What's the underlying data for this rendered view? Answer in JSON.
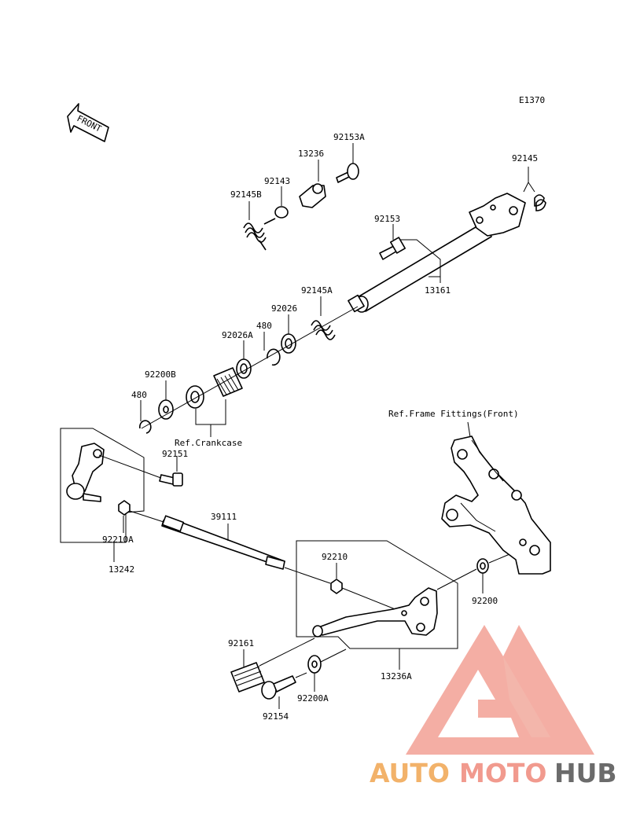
{
  "diagram": {
    "code": "E1370",
    "front_label": "FRONT",
    "parts": {
      "p92153A": "92153A",
      "p13236": "13236",
      "p92143": "92143",
      "p92145B": "92145B",
      "p92145": "92145",
      "p92153": "92153",
      "p13161": "13161",
      "p92145A": "92145A",
      "p92026": "92026",
      "p480a": "480",
      "p92026A": "92026A",
      "p92200B": "92200B",
      "p480b": "480",
      "p92151": "92151",
      "p92210A": "92210A",
      "p13242": "13242",
      "p39111": "39111",
      "p92210": "92210",
      "p92200": "92200",
      "p92161": "92161",
      "p13236A": "13236A",
      "p92154": "92154",
      "p92200A": "92200A"
    },
    "refs": {
      "crankcase": "Ref.Crankcase",
      "frame": "Ref.Frame Fittings(Front)"
    }
  },
  "watermark": {
    "part1": "AUTO",
    "part2": "MOTO",
    "part3": "HUB",
    "colors": {
      "triangle": "#f19a8e",
      "auto": "#f2b26a",
      "moto": "#f19a8e",
      "hub": "#6b6b6b"
    }
  }
}
